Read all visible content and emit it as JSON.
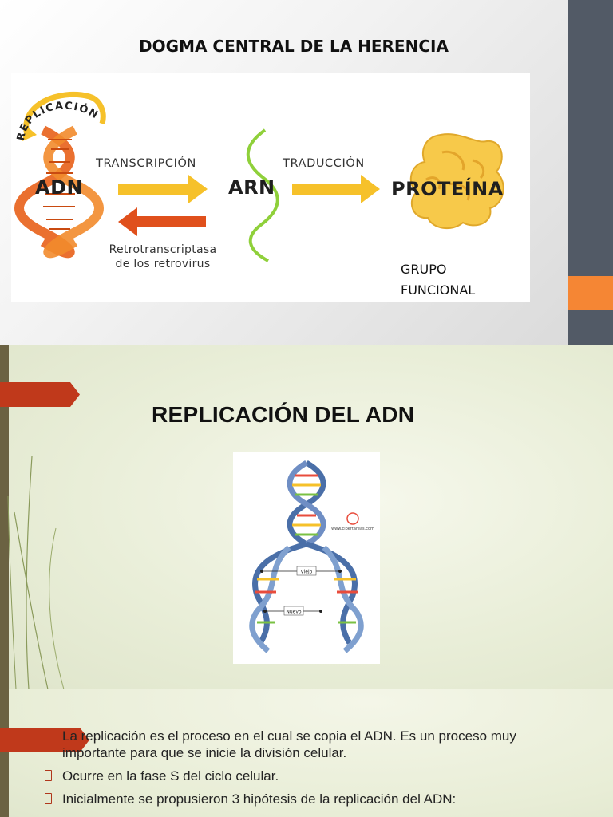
{
  "slide1": {
    "title": "DOGMA CENTRAL DE LA HERENCIA",
    "diagram": {
      "replicacion": "REPLICACIÓN",
      "adn": "ADN",
      "arn": "ARN",
      "proteina": "PROTEÍNA",
      "transcripcion": "TRANSCRIPCIÓN",
      "traduccion": "TRADUCCIÓN",
      "retro_line1": "Retrotranscriptasa",
      "retro_line2": "de los retrovirus"
    },
    "grupo_line1": "GRUPO",
    "grupo_line2": "FUNCIONAL",
    "colors": {
      "sidebar": "#525a66",
      "accent": "#f58634",
      "dna": "#f07a1a",
      "arrow_forward": "#f6c12a",
      "arrow_back": "#e0501c",
      "rna": "#8fd03a"
    }
  },
  "slide2": {
    "title": "REPLICACIÓN DEL ADN",
    "image": {
      "watermark": "www.cibertareas.com",
      "label_old": "Viejo",
      "label_new": "Nuevo"
    },
    "colors": {
      "tab": "#c0391b",
      "stripe": "#6b6242"
    }
  },
  "slide3": {
    "paragraphs": [
      "La replicación es el proceso en el cual se copia el ADN. Es un proceso muy importante para que se inicie la división celular.",
      "Ocurre en la fase S del ciclo celular.",
      "Inicialmente se propusieron 3 hipótesis de la replicación del ADN:"
    ]
  }
}
